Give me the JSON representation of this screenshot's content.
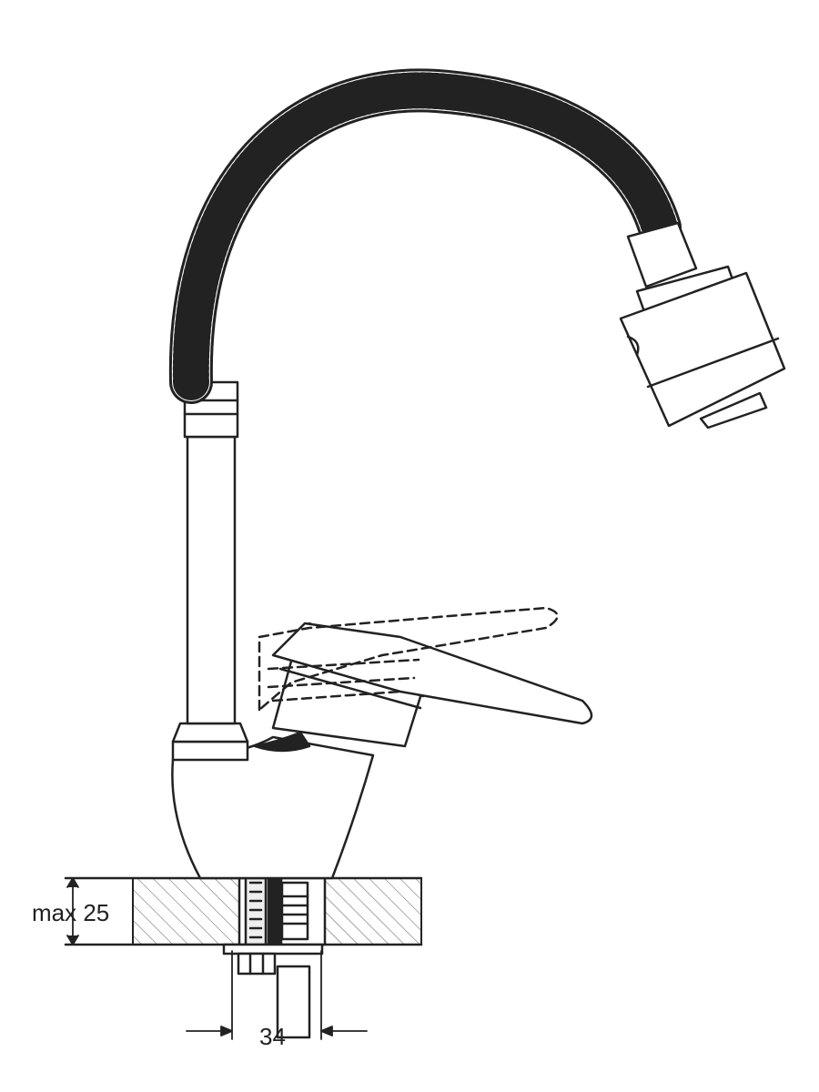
{
  "diagram": {
    "colors": {
      "stroke": "#222222",
      "background": "#ffffff"
    },
    "dimensions": {
      "countertop_thickness": "max 25",
      "mounting_hole": "34"
    },
    "components": [
      "flexible-spout-hose",
      "spray-head",
      "spout-pipe",
      "mixer-body",
      "lever-handle",
      "lever-handle-alt-position",
      "countertop-section",
      "mounting-shank",
      "supply-hose-fitting",
      "mounting-nut"
    ]
  }
}
